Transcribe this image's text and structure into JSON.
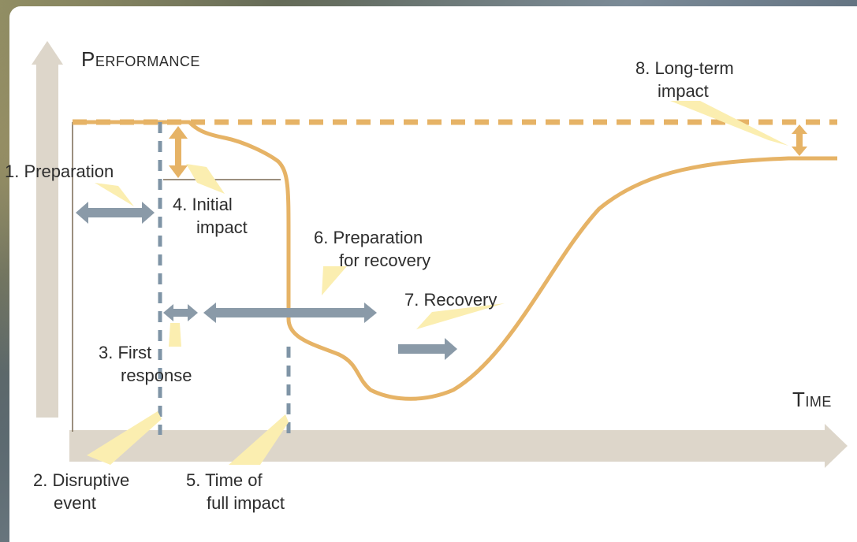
{
  "axes": {
    "y_label": "Performance",
    "x_label": "Time"
  },
  "labels": {
    "preparation": "1. Preparation",
    "disruptive_event": [
      "2. Disruptive",
      "event"
    ],
    "first_response": [
      "3. First",
      "response"
    ],
    "initial_impact": [
      "4. Initial",
      "impact"
    ],
    "full_impact": [
      "5. Time of",
      "full impact"
    ],
    "prep_recovery": [
      "6. Preparation",
      "for recovery"
    ],
    "recovery": "7. Recovery",
    "long_term": [
      "8. Long-term",
      "impact"
    ]
  },
  "colors": {
    "curve": "#e6b366",
    "arrow_blue": "#8a9aa8",
    "axis": "#ddd6ca",
    "callout": "#fbeeb0",
    "dashed_blue": "#7f94a6"
  }
}
